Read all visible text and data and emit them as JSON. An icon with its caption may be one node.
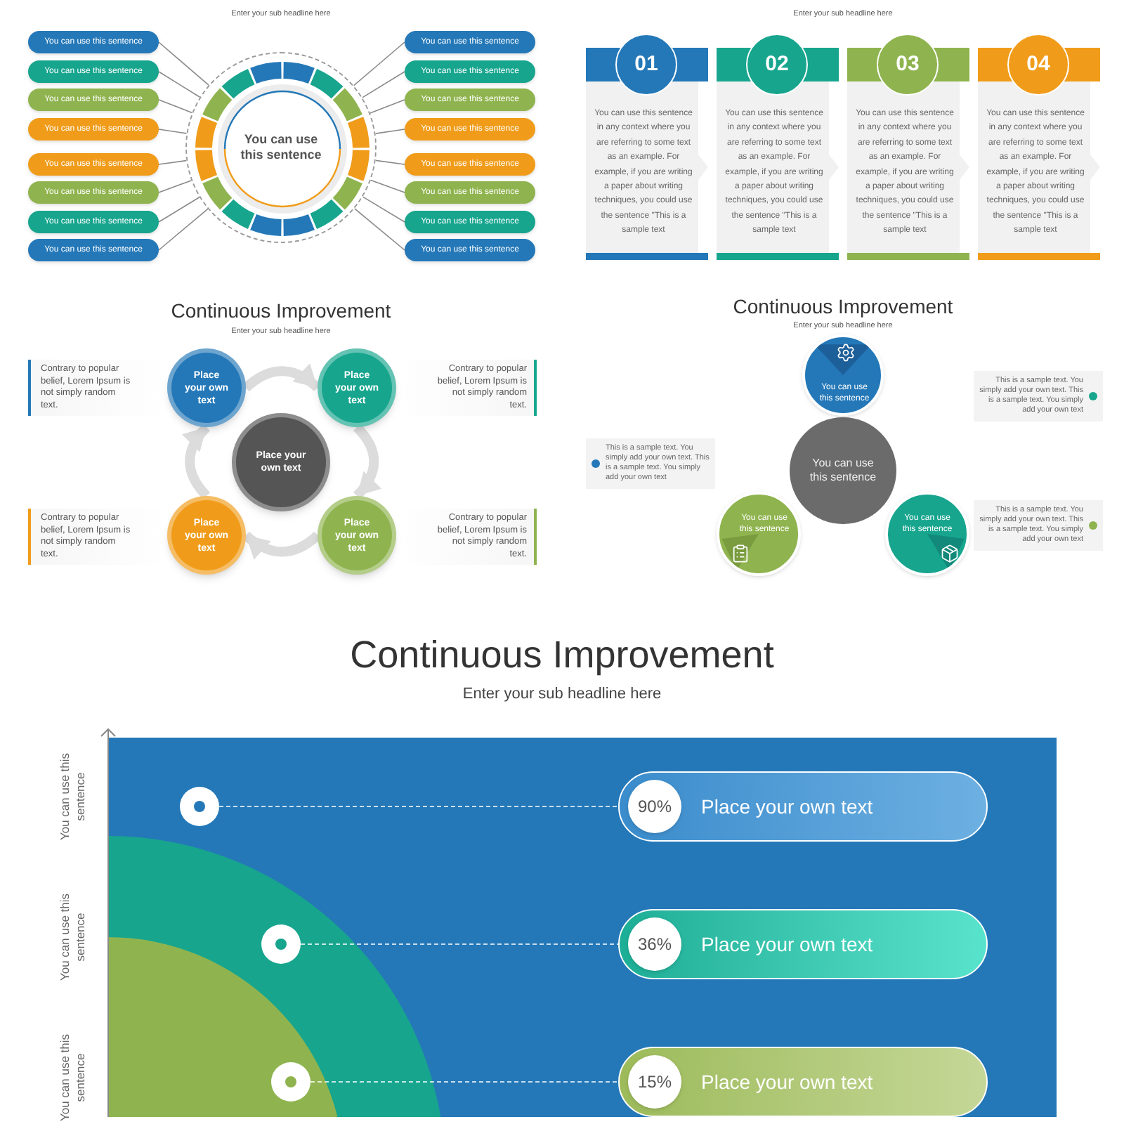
{
  "diagram": {
    "nodes": [
      {
        "text": [
          "You can use this sentence"
        ]
      },
      {
        "text": [
          "You can use this sentence"
        ]
      },
      {
        "text": [
          "You can use this sentence"
        ]
      },
      {
        "text": [
          "You can use this sentence"
        ]
      },
      {
        "text": [
          "You can use this sentence"
        ]
      },
      {
        "text": [
          "You can use this sentence"
        ]
      },
      {
        "text": [
          "You can use this sentence"
        ]
      },
      {
        "text": [
          "You can use this sentence"
        ]
      },
      {
        "text": [
          "You can use this sentence"
        ]
      },
      {
        "text": [
          "You can use this sentence"
        ]
      },
      {
        "text": [
          "You can use this sentence"
        ]
      },
      {
        "text": [
          "You can use this sentence"
        ]
      },
      {
        "text": [
          "You can use this sentence"
        ]
      },
      {
        "text": [
          "You can use this sentence"
        ]
      },
      {
        "text": [
          "You can use this sentence"
        ]
      },
      {
        "text": [
          "You can use this sentence"
        ]
      },
      {
        "text": [
          "You can use this sentence"
        ]
      },
      {
        "text": [
          "01",
          "You can use this sentence in any context where you are referring to some text as an example. For example, if you are writing a paper about writing techniques, you could use the sentence \"This is a sample text"
        ]
      },
      {
        "text": [
          "02",
          "You can use this sentence in any context where you are referring to some text as an example. For example, if you are writing a paper about writing techniques, you could use the sentence \"This is a sample text"
        ]
      },
      {
        "text": [
          "03",
          "You can use this sentence in any context where you are referring to some text as an example. For example, if you are writing a paper about writing techniques, you could use the sentence \"This is a sample text"
        ]
      },
      {
        "text": [
          "04",
          "You can use this sentence in any context where you are referring to some text as an example. For example, if you are writing a paper about writing techniques, you could use the sentence \"This is a sample text"
        ]
      },
      {
        "text": [
          "Place your own text"
        ]
      },
      {
        "text": [
          "Place your own text"
        ]
      },
      {
        "text": [
          "Place your own text"
        ]
      },
      {
        "text": [
          "Place your own text"
        ]
      },
      {
        "text": [
          "Place your own text"
        ]
      },
      {
        "text": [
          "Contrary to popular belief, Lorem Ipsum is not simply random text."
        ]
      },
      {
        "text": [
          "Contrary to popular belief, Lorem Ipsum is not simply random text."
        ]
      },
      {
        "text": [
          "Contrary to popular belief, Lorem Ipsum is not simply random text."
        ]
      },
      {
        "text": [
          "Contrary to popular belief, Lorem Ipsum is not simply random text."
        ]
      },
      {
        "text": [
          "You can use this sentence"
        ]
      },
      {
        "text": [
          "This is a sample text. You simply add your own text. This is a sample text. You simply add your own text"
        ]
      },
      {
        "text": [
          "This is a sample text. You simply add your own text. This is a sample text. You simply add your own text"
        ]
      },
      {
        "text": [
          "You can use this sentence"
        ]
      },
      {
        "text": [
          "You can use this sentence"
        ]
      },
      {
        "text": [
          "You can use this sentence"
        ]
      },
      {
        "text": [
          "This is a sample text. You simply add your own text. This is a sample text. You simply add your own text"
        ]
      },
      {
        "text": [],
        "shape": "circle"
      },
      {
        "text": [
          "90%",
          "Place your own text"
        ]
      },
      {
        "text": [],
        "shape": "circle"
      },
      {
        "text": [
          "36%",
          "Place your own text"
        ]
      },
      {
        "text": [],
        "shape": "circle"
      },
      {
        "text": [
          "15%",
          "Place your own text"
        ]
      }
    ],
    "edges": [
      {
        "from": 1,
        "to": 0,
        "arrow": "none"
      },
      {
        "from": 2,
        "to": 0,
        "arrow": "none"
      },
      {
        "from": 3,
        "to": 0,
        "arrow": "none"
      },
      {
        "from": 4,
        "to": 0,
        "arrow": "none"
      },
      {
        "from": 5,
        "to": 0,
        "arrow": "none"
      },
      {
        "from": 6,
        "to": 0,
        "arrow": "none"
      },
      {
        "from": 7,
        "to": 0,
        "arrow": "none"
      },
      {
        "from": 8,
        "to": 0,
        "arrow": "none"
      },
      {
        "from": 9,
        "to": 0,
        "arrow": "none"
      },
      {
        "from": 10,
        "to": 0,
        "arrow": "none"
      },
      {
        "from": 11,
        "to": 0,
        "arrow": "none"
      },
      {
        "from": 12,
        "to": 0,
        "arrow": "none"
      },
      {
        "from": 13,
        "to": 0,
        "arrow": "none"
      },
      {
        "from": 14,
        "to": 0,
        "arrow": "none"
      },
      {
        "from": 15,
        "to": 0,
        "arrow": "none"
      },
      {
        "from": 16,
        "to": 0,
        "arrow": "none"
      },
      {
        "from": 21,
        "to": 22,
        "arrow": "to",
        "style": "thick",
        "color": "#dcdcdc"
      },
      {
        "from": 22,
        "to": 25,
        "arrow": "to",
        "style": "thick",
        "color": "#dcdcdc"
      },
      {
        "from": 25,
        "to": 24,
        "arrow": "to",
        "style": "thick",
        "color": "#dcdcdc"
      },
      {
        "from": 24,
        "to": 21,
        "arrow": "to",
        "style": "thick",
        "color": "#dcdcdc"
      },
      {
        "from": 37,
        "to": 38,
        "arrow": "none",
        "style": "dashed",
        "color": "#ffffff"
      },
      {
        "from": 39,
        "to": 40,
        "arrow": "none",
        "style": "dashed",
        "color": "#ffffff"
      },
      {
        "from": 41,
        "to": 42,
        "arrow": "none",
        "style": "dashed",
        "color": "#ffffff"
      }
    ],
    "labels": [
      "Enter your sub headline here",
      "Enter your sub headline here",
      "Continuous Improvement",
      "Enter your sub headline here",
      "Continuous Improvement",
      "Enter your sub headline here",
      "Continuous Improvement",
      "Enter your sub headline here",
      "You can use this sentence",
      "You can use this sentence",
      "You can use this sentence"
    ]
  }
}
